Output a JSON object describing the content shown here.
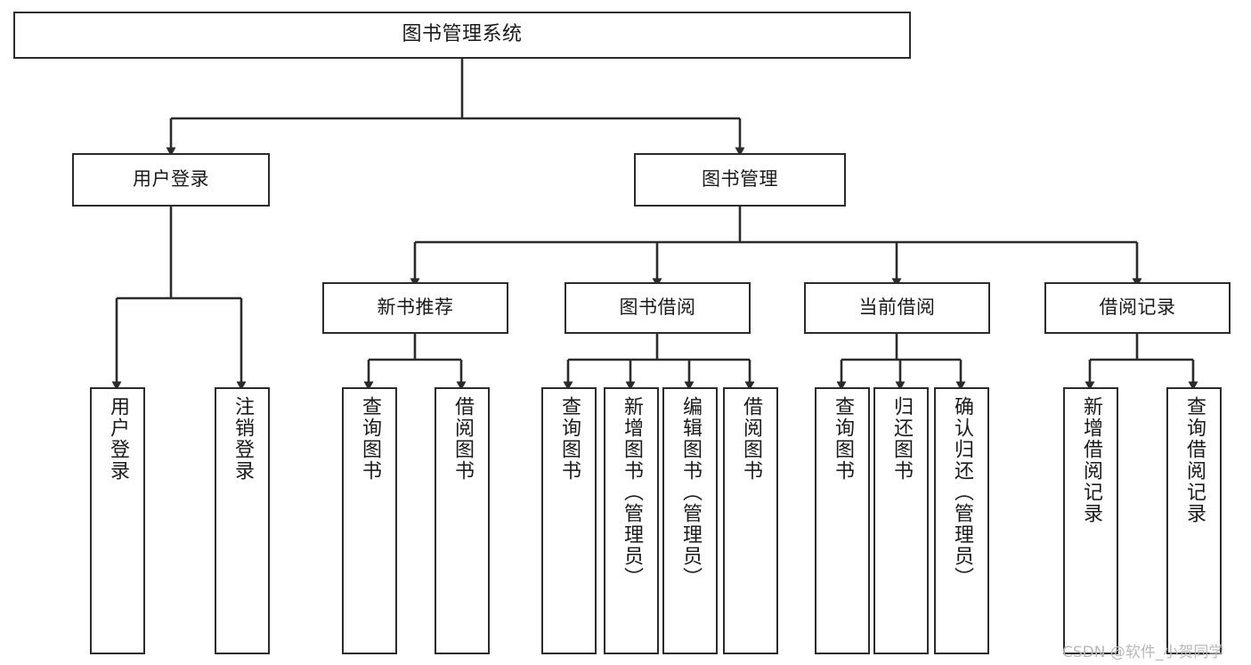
{
  "diagram": {
    "title": "图书管理系统",
    "type": "tree",
    "orientation": "top-down",
    "colors": {
      "node_border": "#2b2b2b",
      "node_fill": "#ffffff",
      "edge": "#2b2b2b",
      "text": "#1a1a1a",
      "background": "#ffffff",
      "watermark": "#b9b9b9"
    }
  },
  "nodes": {
    "root": {
      "label": "图书管理系统"
    },
    "level2": [
      {
        "id": "user-login",
        "label": "用户登录"
      },
      {
        "id": "book-management",
        "label": "图书管理"
      }
    ],
    "level3": [
      {
        "id": "new-book-recommend",
        "label": "新书推荐"
      },
      {
        "id": "book-borrow",
        "label": "图书借阅"
      },
      {
        "id": "current-borrow",
        "label": "当前借阅"
      },
      {
        "id": "borrow-record",
        "label": "借阅记录"
      }
    ],
    "leaves": {
      "user_login": [
        {
          "id": "leaf-user-login",
          "label": "用户登录"
        },
        {
          "id": "leaf-logout-login",
          "label": "注销登录"
        }
      ],
      "new_book_recommend": [
        {
          "id": "leaf-query-book-1",
          "label": "查询图书"
        },
        {
          "id": "leaf-borrow-book-1",
          "label": "借阅图书"
        }
      ],
      "book_borrow": [
        {
          "id": "leaf-query-book-2",
          "label": "查询图书"
        },
        {
          "id": "leaf-add-book",
          "label": "新增图书（管理员）"
        },
        {
          "id": "leaf-edit-book",
          "label": "编辑图书（管理员）"
        },
        {
          "id": "leaf-borrow-book-2",
          "label": "借阅图书"
        }
      ],
      "current_borrow": [
        {
          "id": "leaf-query-book-3",
          "label": "查询图书"
        },
        {
          "id": "leaf-return-book",
          "label": "归还图书"
        },
        {
          "id": "leaf-confirm-return",
          "label": "确认归还（管理员）"
        }
      ],
      "borrow_record": [
        {
          "id": "leaf-add-record",
          "label": "新增借阅记录"
        },
        {
          "id": "leaf-query-record",
          "label": "查询借阅记录"
        }
      ]
    }
  },
  "watermark": {
    "text": "CSDN @软件_小贺同学"
  }
}
